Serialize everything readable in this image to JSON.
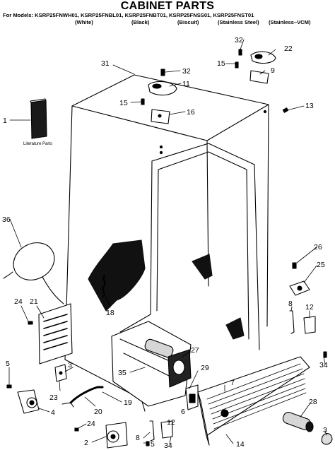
{
  "header": {
    "title": "CABINET PARTS",
    "models_line": "For Models: KSRP25FNWH01, KSRP25FNBL01, KSRP25FNBT01, KSRP25FNSS01, KSRP25FNST01",
    "variants": [
      "(White)",
      "(Black)",
      "(Biscuit)",
      "(Stainless Steel)",
      "(Stainless–VCM)"
    ]
  },
  "diagram": {
    "literature_label": "Literature Parts",
    "callouts": [
      "32",
      "22",
      "15",
      "9",
      "31",
      "32",
      "11",
      "13",
      "1",
      "15",
      "16",
      "36",
      "26",
      "25",
      "18",
      "24",
      "21",
      "8",
      "12",
      "27",
      "7",
      "34",
      "5",
      "35",
      "29",
      "23",
      "3",
      "20",
      "19",
      "6",
      "4",
      "24",
      "12",
      "8",
      "28",
      "5",
      "2",
      "3",
      "34",
      "14"
    ]
  }
}
